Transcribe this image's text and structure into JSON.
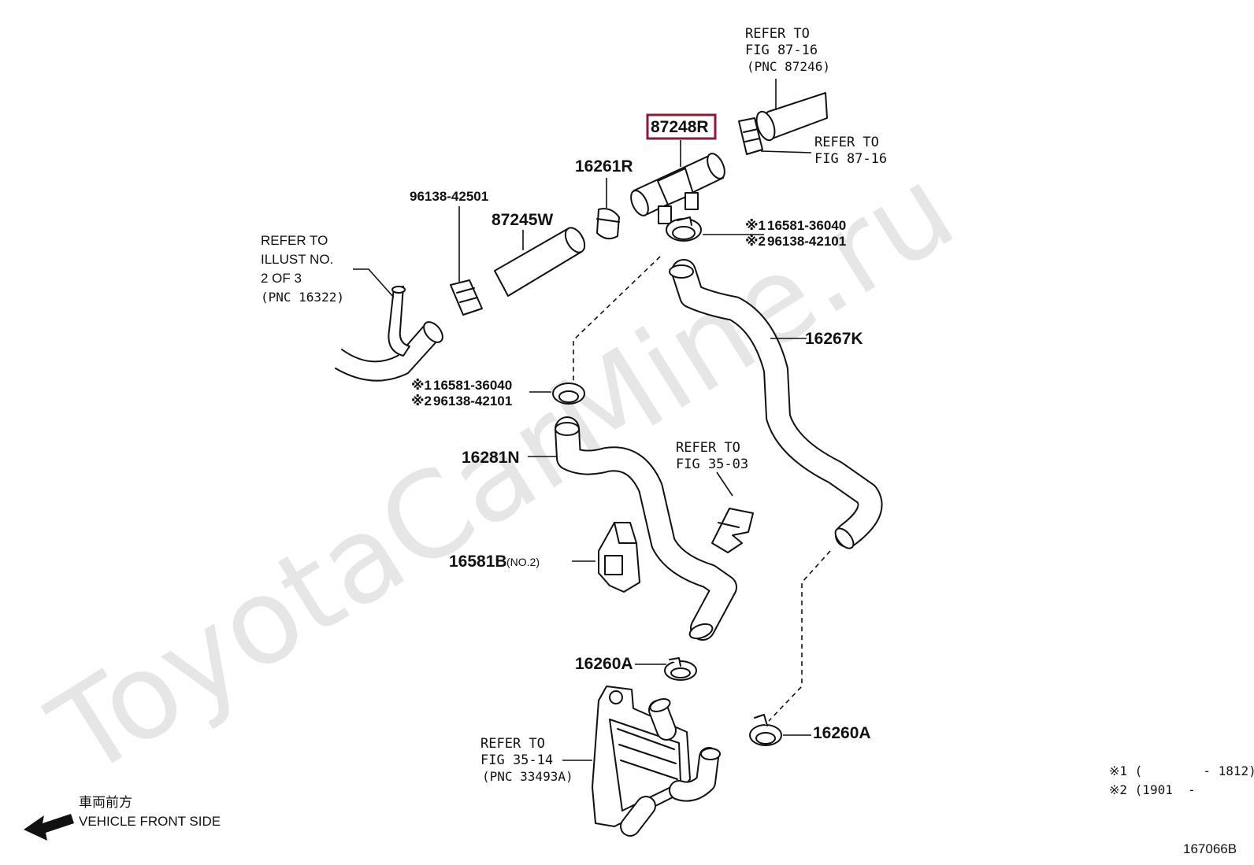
{
  "watermark": "ToyotaCarMine.ru",
  "highlight_color": "#8b1a3a",
  "labels": {
    "ref_8716_top": {
      "l1": "REFER TO",
      "l2": "FIG 87-16",
      "l3": "(PNC 87246)"
    },
    "ref_8716_right": {
      "l1": "REFER TO",
      "l2": "FIG 87-16"
    },
    "ref_illust": {
      "l1": "REFER TO",
      "l2": "ILLUST NO.",
      "l3": "2 OF 3",
      "l4": "(PNC 16322)"
    },
    "ref_3503": {
      "l1": "REFER TO",
      "l2": "FIG 35-03"
    },
    "ref_3514": {
      "l1": "REFER TO",
      "l2": "FIG 35-14",
      "l3": "(PNC 33493A)"
    }
  },
  "parts": {
    "p87248R": "87248R",
    "p16261R": "16261R",
    "p96138_42501": "96138-42501",
    "p87245W": "87245W",
    "p16267K": "16267K",
    "p16281N": "16281N",
    "p16581B": "16581B",
    "p16581B_note": "(NO.2)",
    "p16260A_a": "16260A",
    "p16260A_b": "16260A"
  },
  "clamp_alt_top": {
    "m1": "※1",
    "v1": "16581-36040",
    "m2": "※2",
    "v2": "96138-42101"
  },
  "clamp_alt_mid": {
    "m1": "※1",
    "v1": "16581-36040",
    "m2": "※2",
    "v2": "96138-42101"
  },
  "footnotes": {
    "n1": "※1 (        - 1812)",
    "n2": "※2 (1901  -        )"
  },
  "direction": {
    "jp": "車両前方",
    "en": "VEHICLE FRONT SIDE",
    "arrow_icon": "arrow-left-icon"
  },
  "figure_id": "167066B"
}
